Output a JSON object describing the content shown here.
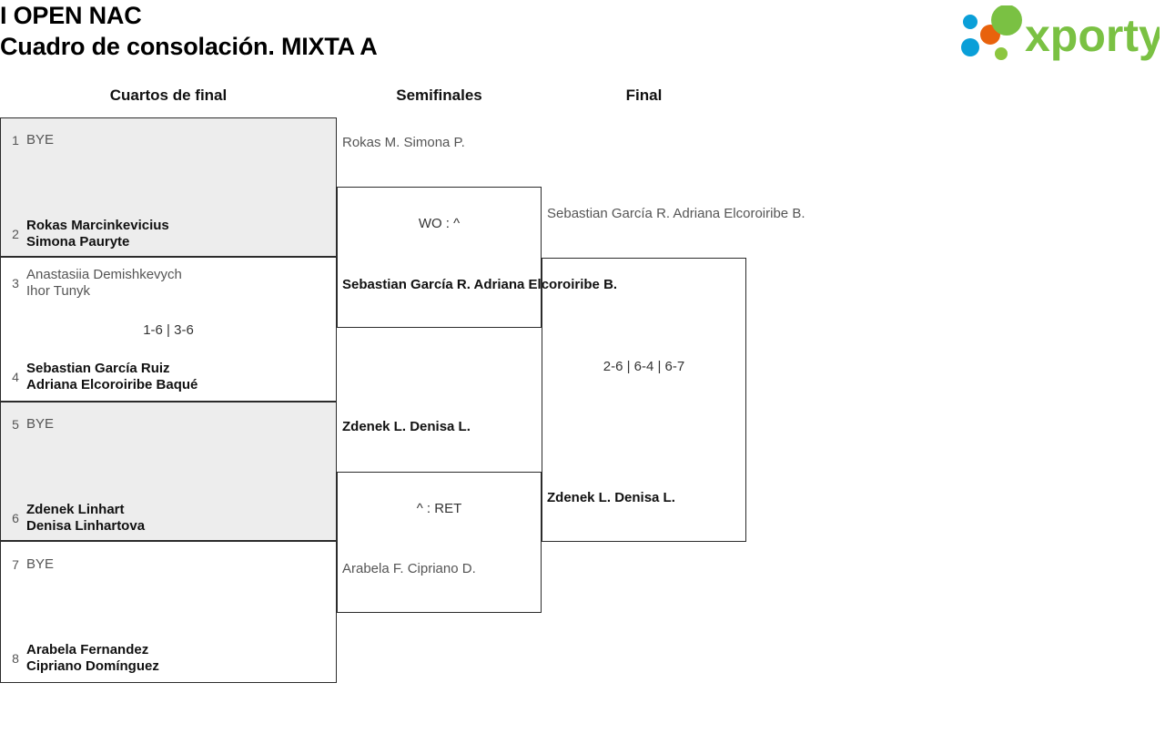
{
  "header": {
    "title_line1": "I OPEN NAC",
    "title_line2": "Cuadro de consolación. MIXTA A",
    "logo_text": "xporty",
    "logo_colors": {
      "green": "#7ac143",
      "blue": "#0a9fd8",
      "orange": "#e8620c"
    }
  },
  "rounds": [
    {
      "key": "r1",
      "label": "Cuartos de final"
    },
    {
      "key": "r2",
      "label": "Semifinales"
    },
    {
      "key": "r3",
      "label": "Final"
    }
  ],
  "round1": {
    "matches": [
      {
        "top": {
          "seed": "1",
          "players": [
            "BYE"
          ],
          "state": "bye"
        },
        "bottom": {
          "seed": "2",
          "players": [
            "Rokas Marcinkevicius",
            "Simona Pauryte"
          ],
          "state": "winner"
        },
        "score": "",
        "shaded": true
      },
      {
        "top": {
          "seed": "3",
          "players": [
            "Anastasiia Demishkevych",
            "Ihor Tunyk"
          ],
          "state": "loser"
        },
        "bottom": {
          "seed": "4",
          "players": [
            "Sebastian García Ruiz",
            "Adriana Elcoroiribe Baqué"
          ],
          "state": "winner"
        },
        "score": "1-6 | 3-6",
        "shaded": false
      },
      {
        "top": {
          "seed": "5",
          "players": [
            "BYE"
          ],
          "state": "bye"
        },
        "bottom": {
          "seed": "6",
          "players": [
            "Zdenek Linhart",
            "Denisa Linhartova"
          ],
          "state": "winner"
        },
        "score": "",
        "shaded": true
      },
      {
        "top": {
          "seed": "7",
          "players": [
            "BYE"
          ],
          "state": "bye"
        },
        "bottom": {
          "seed": "8",
          "players": [
            "Arabela Fernandez",
            "Cipriano Domínguez"
          ],
          "state": "winner"
        },
        "score": "",
        "shaded": false
      }
    ]
  },
  "round2": {
    "matches": [
      {
        "top": {
          "players": [
            "Rokas M.",
            "Simona P."
          ],
          "state": "loser"
        },
        "bottom": {
          "players": [
            "Sebastian García R.",
            "Adriana Elcoroiribe B."
          ],
          "state": "winner"
        },
        "score": "WO : ^"
      },
      {
        "top": {
          "players": [
            "Zdenek L.",
            "Denisa L."
          ],
          "state": "winner"
        },
        "bottom": {
          "players": [
            "Arabela F.",
            "Cipriano D."
          ],
          "state": "loser"
        },
        "score": "^ : RET"
      }
    ]
  },
  "round3": {
    "matches": [
      {
        "top": {
          "players": [
            "Sebastian García R.",
            "Adriana Elcoroiribe B."
          ],
          "state": "loser"
        },
        "bottom": {
          "players": [
            "Zdenek L.",
            "Denisa L."
          ],
          "state": "winner"
        },
        "score": "2-6 | 6-4 | 6-7"
      }
    ]
  }
}
